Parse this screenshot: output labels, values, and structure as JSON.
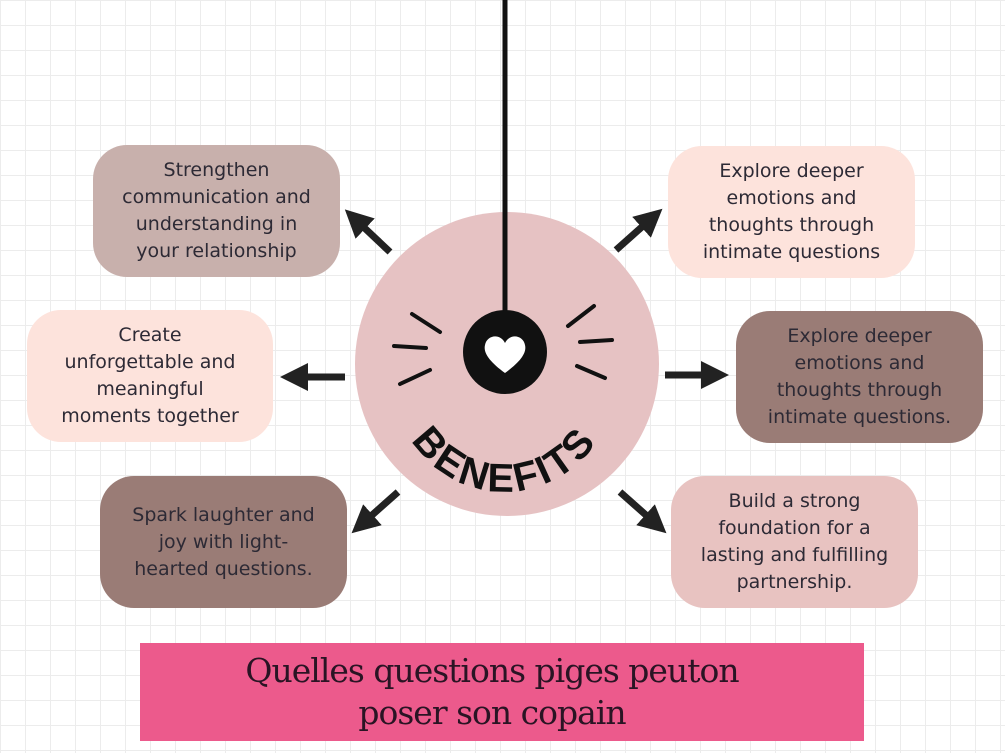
{
  "center": {
    "label": "BENEFITS",
    "icon": "heart-icon"
  },
  "boxes": {
    "top_left": {
      "lines": [
        "Strengthen",
        "communication and",
        "understanding in",
        "your relationship"
      ],
      "color": "#c8b0ac"
    },
    "middle_left": {
      "lines": [
        "Create",
        "unforgettable and",
        "meaningful",
        "moments together"
      ],
      "color": "#fde3dc"
    },
    "bottom_left": {
      "lines": [
        "Spark laughter and",
        "joy with light-",
        "hearted questions."
      ],
      "color": "#9a7c76"
    },
    "top_right": {
      "lines": [
        "Explore deeper",
        "emotions and",
        "thoughts through",
        "intimate questions"
      ],
      "color": "#fde3dc"
    },
    "middle_right": {
      "lines": [
        "Explore deeper",
        "emotions and",
        "thoughts through",
        "intimate questions."
      ],
      "color": "#9a7c76"
    },
    "bottom_right": {
      "lines": [
        "Build a strong",
        "foundation for a",
        "lasting and fulfilling",
        "partnership."
      ],
      "color": "#e8c3c1"
    }
  },
  "banner": {
    "text": "Quelles questions piges peuton\nposer  son copain",
    "color": "#ec5a8c"
  },
  "colors": {
    "circle": "#e6c2c3",
    "ink": "#111111",
    "arrow": "#222222"
  }
}
